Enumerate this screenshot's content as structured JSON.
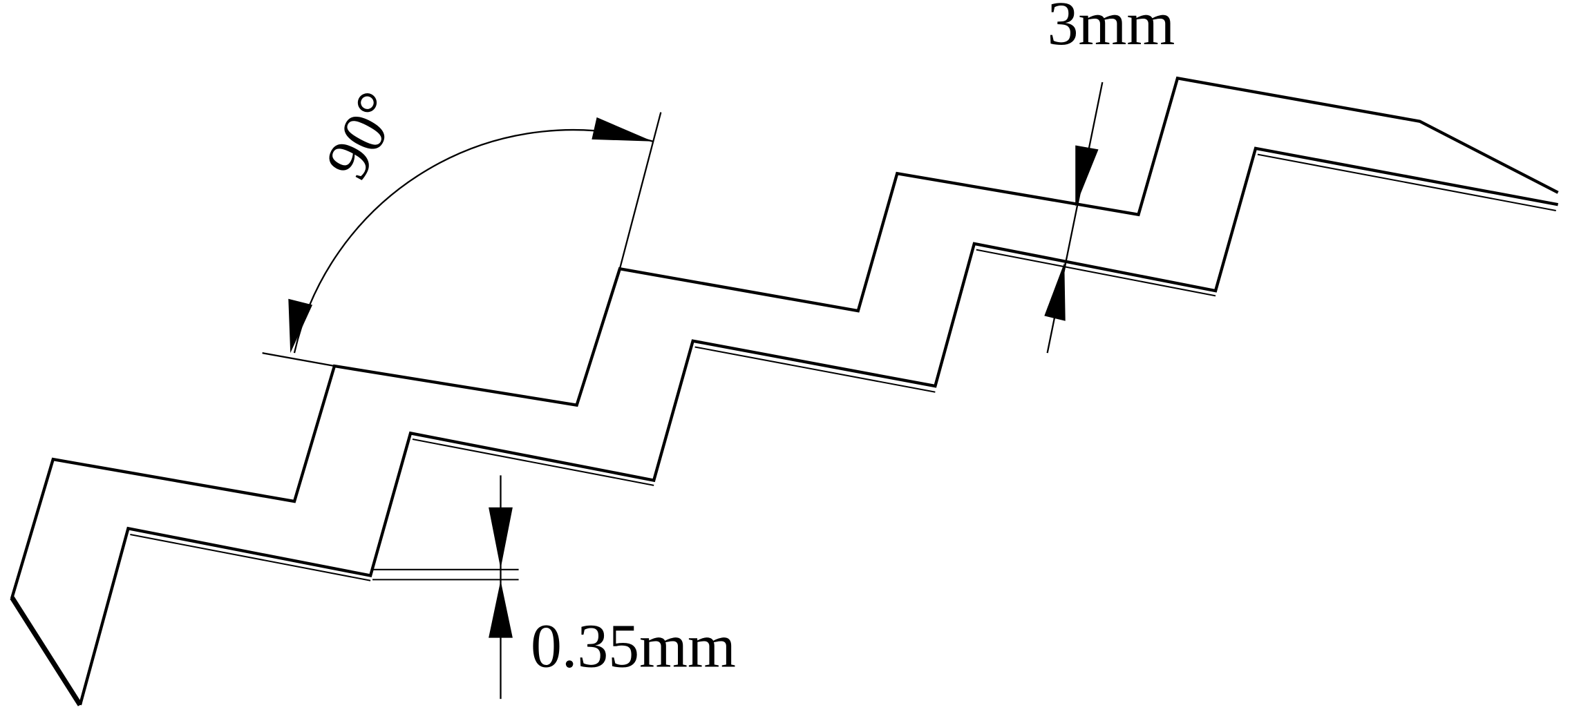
{
  "labels": {
    "angle": "90°",
    "top_dimension": "3mm",
    "bottom_dimension": "0.35mm"
  },
  "colors": {
    "line": "#000000",
    "background": "#ffffff"
  }
}
